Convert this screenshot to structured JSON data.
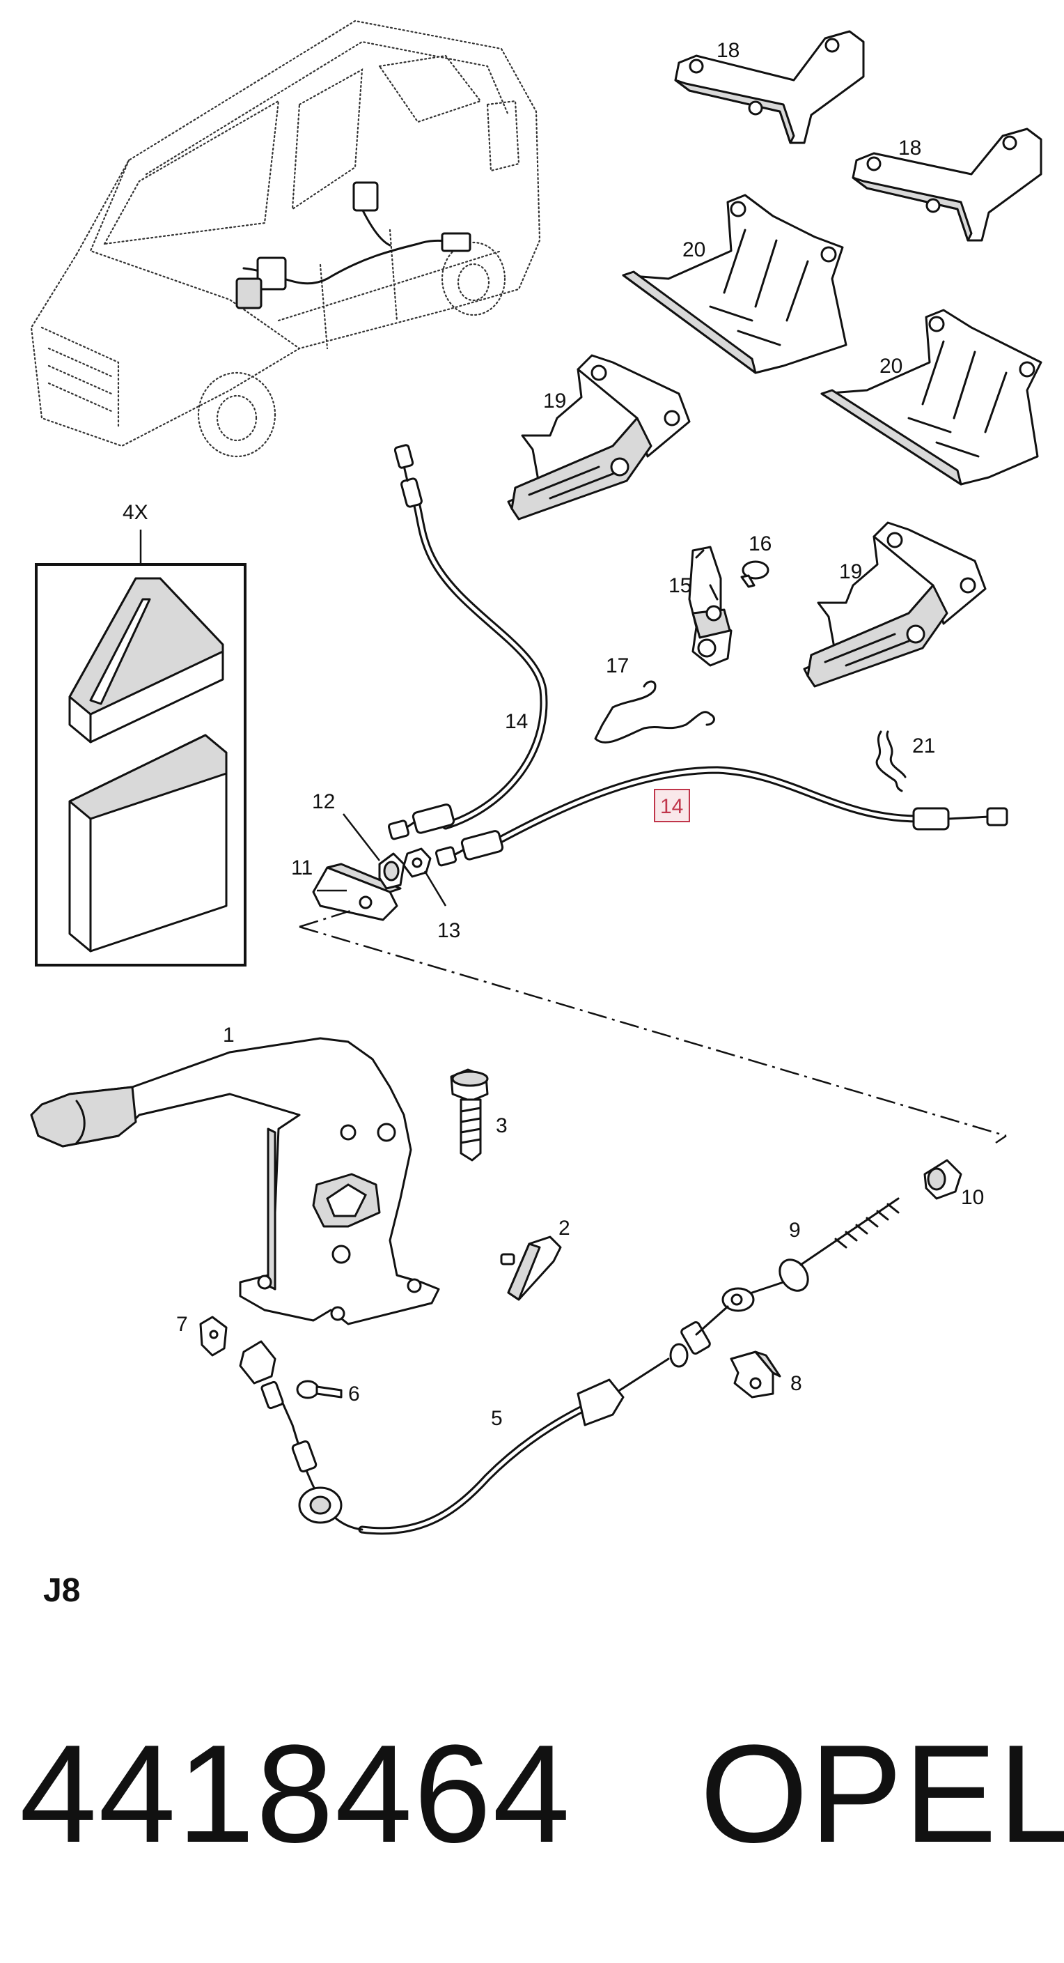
{
  "callouts": {
    "c1": "1",
    "c2": "2",
    "c3": "3",
    "c4x": "4X",
    "c5": "5",
    "c6": "6",
    "c7": "7",
    "c8": "8",
    "c9": "9",
    "c10": "10",
    "c11": "11",
    "c12": "12",
    "c13": "13",
    "c14a": "14",
    "c14b": "14",
    "c15": "15",
    "c16": "16",
    "c17": "17",
    "c18a": "18",
    "c18b": "18",
    "c19a": "19",
    "c19b": "19",
    "c20a": "20",
    "c20b": "20",
    "c21": "21"
  },
  "highlight_color": "#c0354a",
  "page_code": "J8",
  "part_number": "4418464",
  "brand": "OPEL"
}
